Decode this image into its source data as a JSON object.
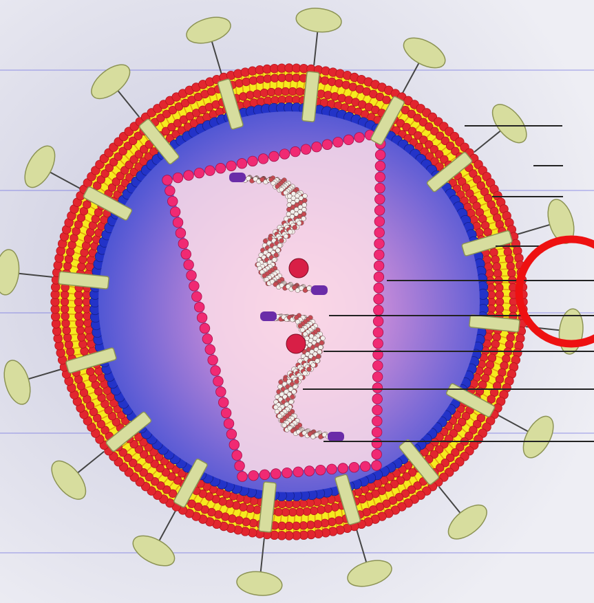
{
  "diagram": {
    "subject": "virion-cross-section",
    "visible_text": [],
    "colors": {
      "background": "#e9e9f1",
      "outer_bead": "#e2262f",
      "outer_bead_dark": "#b4141c",
      "lipid_tail": "#f6ea1e",
      "lipid_tail_line": "#e3a10f",
      "blue_bead": "#2333c8",
      "interior": "#5560d8",
      "interior_center": "#f4b6d8",
      "capsid_bead": "#f02a73",
      "capsid_fill": "#fbdde9",
      "glycoprotein": "#d7dd9e",
      "glycoprotein_edge": "#8c9354",
      "rna_bead_white": "#f3f0ec",
      "rna_bead_red": "#c74a52",
      "rna_tip": "#6a2ca8",
      "enzyme": "#d81f46",
      "leader_line": "#222222",
      "guide_line": "#6c6ce0",
      "highlight_circle": "#ee1111"
    },
    "spike_count": 16,
    "leader_line_count": 9,
    "guide_line_count": 5
  }
}
